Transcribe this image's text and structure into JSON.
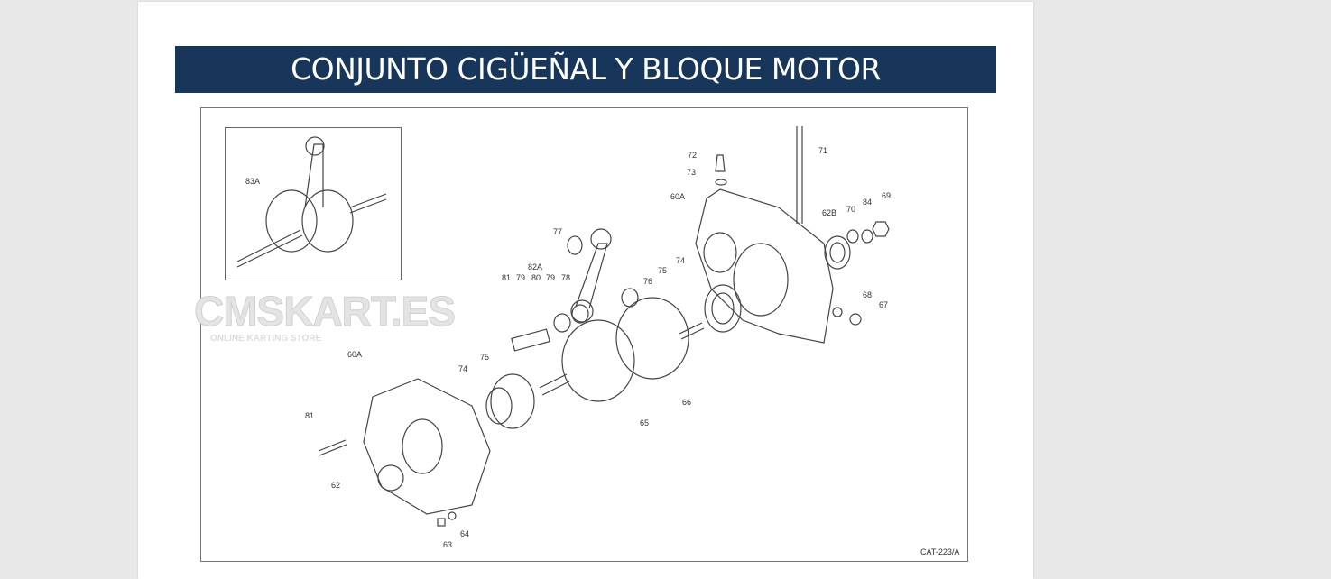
{
  "document": {
    "title": "CONJUNTO CIGÜEÑAL Y BLOQUE MOTOR",
    "diagram": {
      "code": "CAT-223/A",
      "watermark": {
        "brand": "CMSKART.ES",
        "tagline": "ONLINE KARTING STORE"
      },
      "inset_label": "83A",
      "part_labels": [
        "72",
        "73",
        "71",
        "60A",
        "62B",
        "70",
        "84",
        "69",
        "77",
        "82A",
        "81",
        "79",
        "80",
        "79",
        "78",
        "76",
        "75",
        "74",
        "68",
        "67",
        "60A",
        "75",
        "74",
        "81",
        "65",
        "66",
        "62",
        "64",
        "63"
      ]
    }
  }
}
